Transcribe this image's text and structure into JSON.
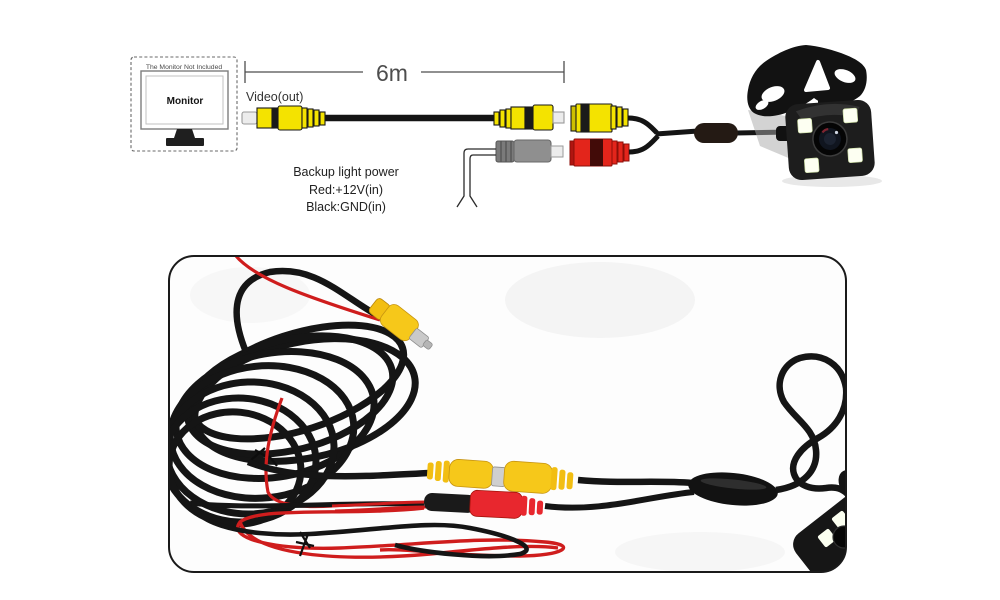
{
  "diagram": {
    "monitor_note": "The Monitor Not Included",
    "monitor_label": "Monitor",
    "cable_length_label": "6m",
    "video_out_label": "Video(out)",
    "backup_power": {
      "line1": "Backup light power",
      "line2": "Red:+12V(in)",
      "line3": "Black:GND(in)"
    }
  },
  "colors": {
    "rca_yellow_diagram": "#F4E300",
    "rca_yellow_photo": "#F2BE12",
    "power_red": "#E3251B",
    "dc_plug_gray": "#8F8F8F",
    "cable_black": "#141414",
    "label_gray": "#4D4D4D",
    "background": "#FFFFFF"
  }
}
